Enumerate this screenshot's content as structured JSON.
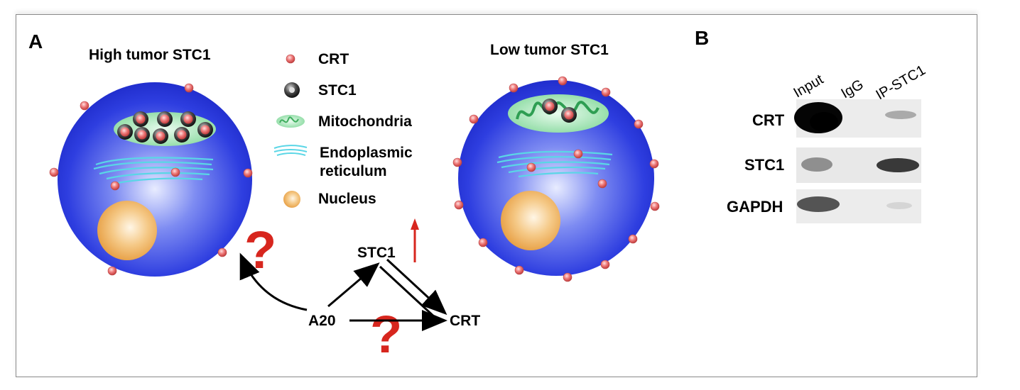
{
  "panel_a": {
    "letter": "A",
    "high_title": "High tumor STC1",
    "low_title": "Low tumor STC1",
    "legend": {
      "crt": "CRT",
      "stc1": "STC1",
      "mitochondria": "Mitochondria",
      "er_line1": "Endoplasmic",
      "er_line2": "reticulum",
      "nucleus": "Nucleus"
    },
    "pathway": {
      "stc1": "STC1",
      "a20": "A20",
      "crt": "CRT",
      "question_mark": "?"
    },
    "colors": {
      "cell": "#1f2fd6",
      "crt_dot": "#e86a6a",
      "stc1_dot": "#2a2a2a",
      "mitochondria": "#8fe0a6",
      "er": "#5ad6e6",
      "nucleus": "#f0b86a",
      "arrow_red": "#d7261e"
    }
  },
  "panel_b": {
    "letter": "B",
    "lanes": [
      "Input",
      "IgG",
      "IP-STC1"
    ],
    "rows": [
      "CRT",
      "STC1",
      "GAPDH"
    ]
  }
}
